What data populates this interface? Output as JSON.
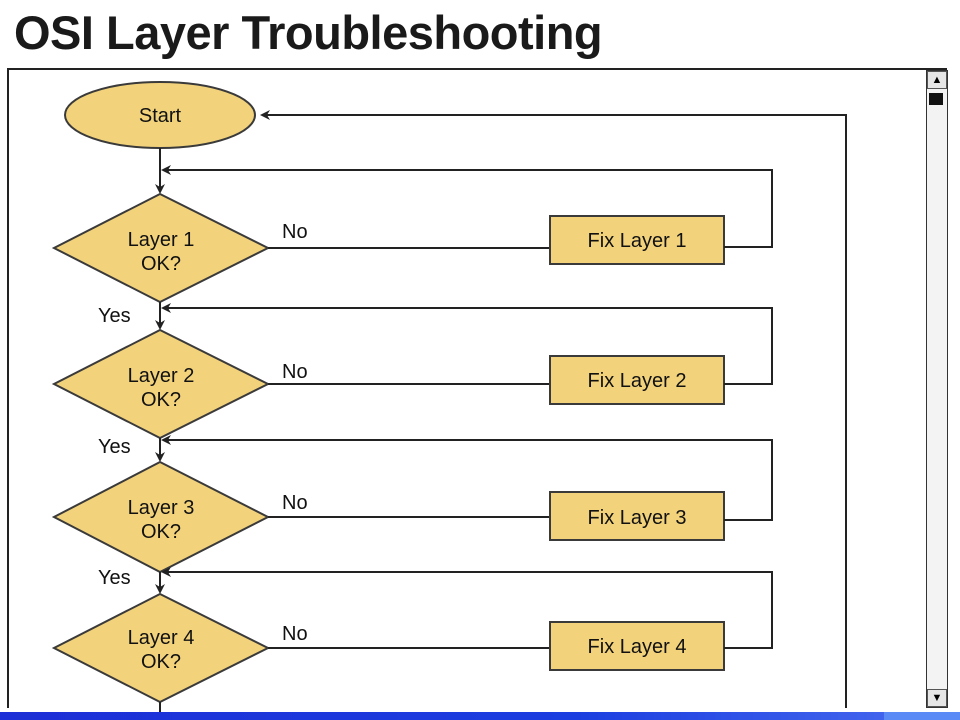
{
  "title": "OSI Layer Troubleshooting",
  "colors": {
    "node_fill": "#f2d27a",
    "node_stroke": "#3a3a3a",
    "line": "#222222",
    "bottom_bar": "#1d2fd6"
  },
  "flowchart": {
    "start": "Start",
    "layers": [
      {
        "question_line1": "Layer 1",
        "question_line2": "OK?",
        "no_label": "No",
        "fix_label": "Fix Layer 1",
        "yes_label": "Yes"
      },
      {
        "question_line1": "Layer 2",
        "question_line2": "OK?",
        "no_label": "No",
        "fix_label": "Fix Layer 2",
        "yes_label": "Yes"
      },
      {
        "question_line1": "Layer 3",
        "question_line2": "OK?",
        "no_label": "No",
        "fix_label": "Fix Layer 3",
        "yes_label": "Yes"
      },
      {
        "question_line1": "Layer 4",
        "question_line2": "OK?",
        "no_label": "No",
        "fix_label": "Fix Layer 4"
      }
    ]
  },
  "scrollbar": {
    "up_icon": "arrow-up-icon",
    "down_icon": "arrow-down-icon"
  }
}
